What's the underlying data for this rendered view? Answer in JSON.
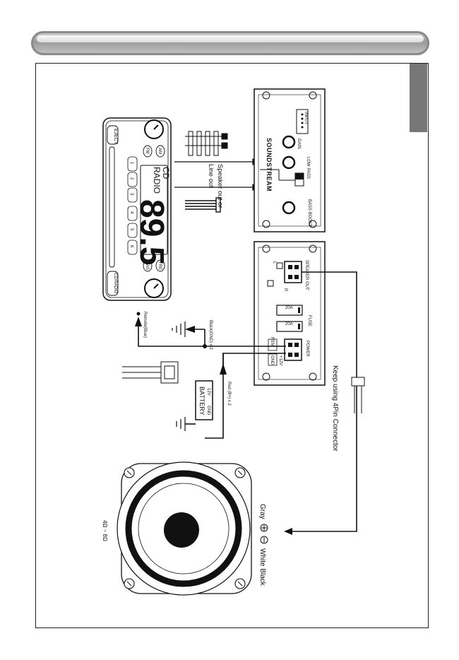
{
  "radio": {
    "eject": "EJECT",
    "cd_radio_button": "CD/RADIO",
    "am": "AM",
    "fm": "FM",
    "tre": "TRE",
    "bas": "BAS",
    "cd": "CD",
    "radio_text": "RADIO",
    "frequency": "89.5",
    "presets": [
      "1",
      "2",
      "3",
      "4",
      "5",
      "6"
    ]
  },
  "amp": {
    "brand": "SOUNDSTREAM",
    "gain": "GAIN",
    "bass_boost": "BASS BOOST",
    "low_pass": "LOW PASS",
    "input_label": "INPUT",
    "speaker_out": "SPEAKER OUT",
    "power": "POWER",
    "fuse": "FUSE",
    "fuse_rating_1": "20A",
    "fuse_rating_2": "20A",
    "remote": "REM",
    "gnd": "GND",
    "plus12v": "+12V",
    "left": "L",
    "right": "R"
  },
  "labels": {
    "speaker_out_or": "Speaker out  or",
    "line_out": "Line out",
    "remote_wire": "Remote(Blue)",
    "black_gnd": "Black(GND) x 2",
    "red_bplus": "Red (B+) x 2",
    "keep_using": "Keep using 4Pin Connector",
    "gray": "Gray",
    "white_black": "White  Black",
    "impedance": "4Ω ~ 8Ω"
  },
  "battery": {
    "label": "BATTERY",
    "v12": "12V",
    "gnd": "GND"
  }
}
